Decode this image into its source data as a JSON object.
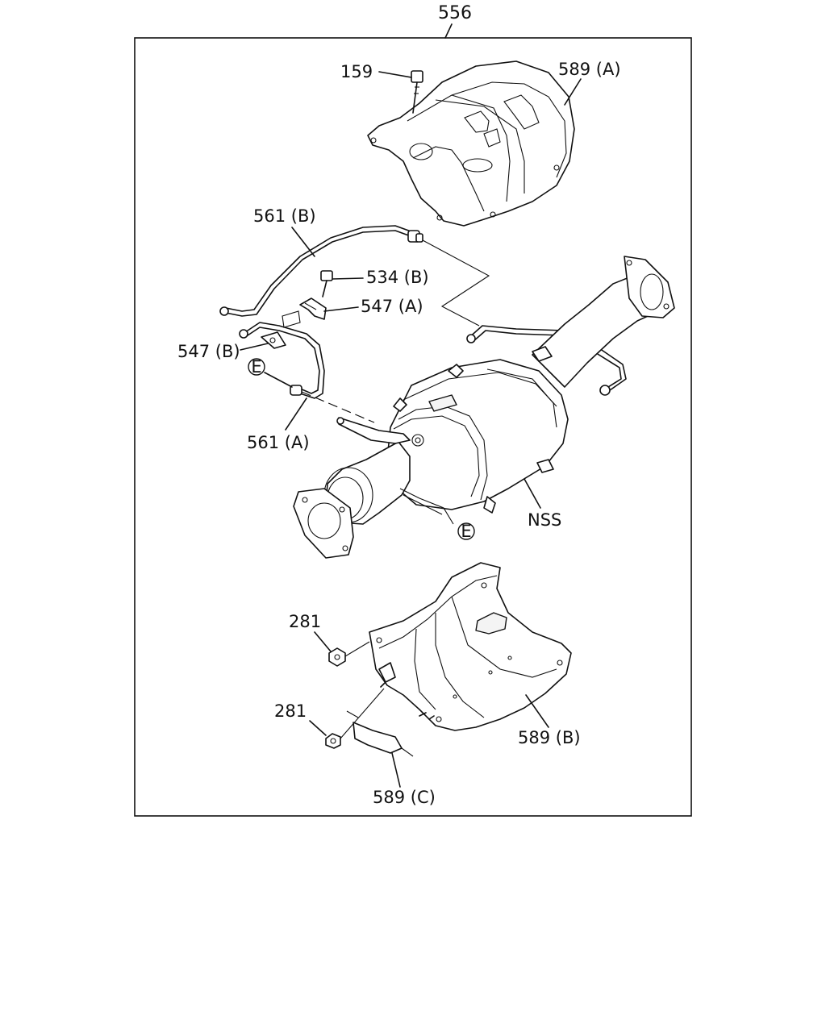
{
  "diagram": {
    "assembly_number": "556",
    "callouts": {
      "c159": "159",
      "c589a": "589 (A)",
      "c561b": "561 (B)",
      "c534b": "534 (B)",
      "c547a": "547 (A)",
      "c547b": "547 (B)",
      "c561a": "561 (A)",
      "cnss": "NSS",
      "c281top": "281",
      "c281bottom": "281",
      "c589b": "589 (B)",
      "c589c": "589 (C)"
    },
    "connector_marks": {
      "e_left": "E",
      "e_right": "E"
    }
  }
}
